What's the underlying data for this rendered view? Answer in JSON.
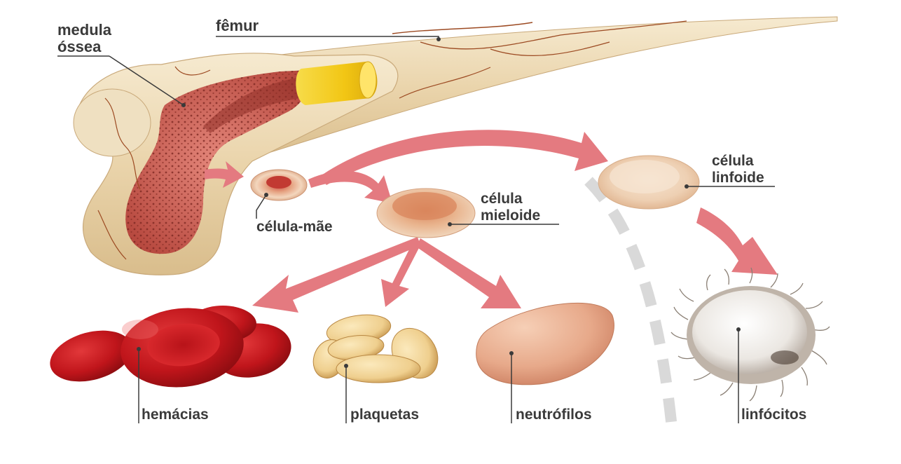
{
  "labels": {
    "medula_line1": "medula",
    "medula_line2": "óssea",
    "femur": "fêmur",
    "celula_mae": "célula-mãe",
    "mieloide_line1": "célula",
    "mieloide_line2": "mieloide",
    "linfoide_line1": "célula",
    "linfoide_line2": "linfoide",
    "hemacias": "hemácias",
    "plaquetas": "plaquetas",
    "neutrofilos": "neutrófilos",
    "linfocitos": "linfócitos"
  },
  "colors": {
    "arrow": "#e47a80",
    "bone": "#ecd9b3",
    "marrow": "#c4544a",
    "yellow_marrow": "#f4cc1c",
    "red_cell": "#c4161c",
    "platelet": "#efcf8e",
    "neutrophil": "#e7a98a",
    "lymphocyte": "#f2f0ec",
    "text": "#3a3a3a"
  }
}
